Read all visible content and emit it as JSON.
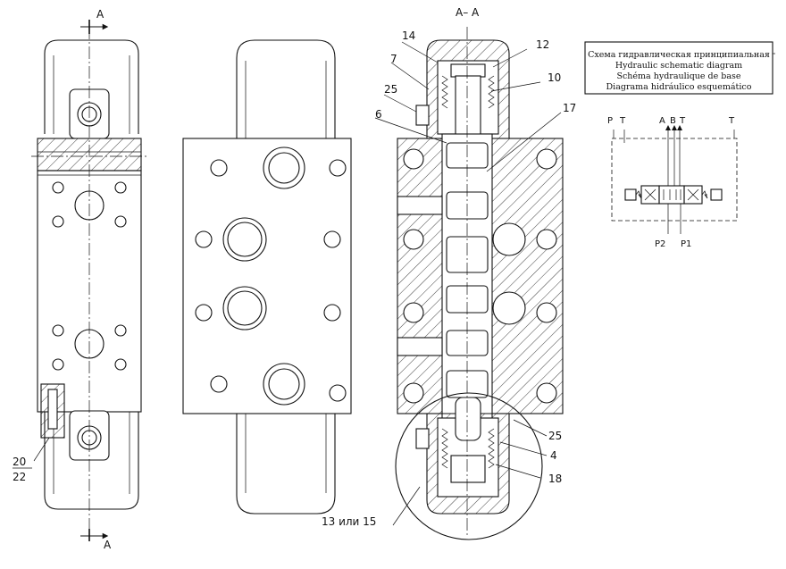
{
  "section_marks": {
    "top_left": "A",
    "bottom_left": "A",
    "section_title": "A– A"
  },
  "callouts": {
    "c14": "14",
    "c12": "12",
    "c7": "7",
    "c10": "10",
    "c25_top": "25",
    "c6": "6",
    "c17": "17",
    "c25_bottom": "25",
    "c4": "4",
    "c18": "18",
    "c13": "13 или 15",
    "c20": "20",
    "c22": "22"
  },
  "legend_box": {
    "lines": [
      "Схема гидравлическая принципиальная",
      "Hydraulic schematic diagram",
      "Schéma hydraulique de base",
      "Diagrama hidráulico esquemático"
    ]
  },
  "schematic": {
    "top_ports": [
      "P",
      "T",
      "A",
      "B",
      "T",
      "T"
    ],
    "bottom_ports": [
      "P2",
      "P1"
    ]
  }
}
